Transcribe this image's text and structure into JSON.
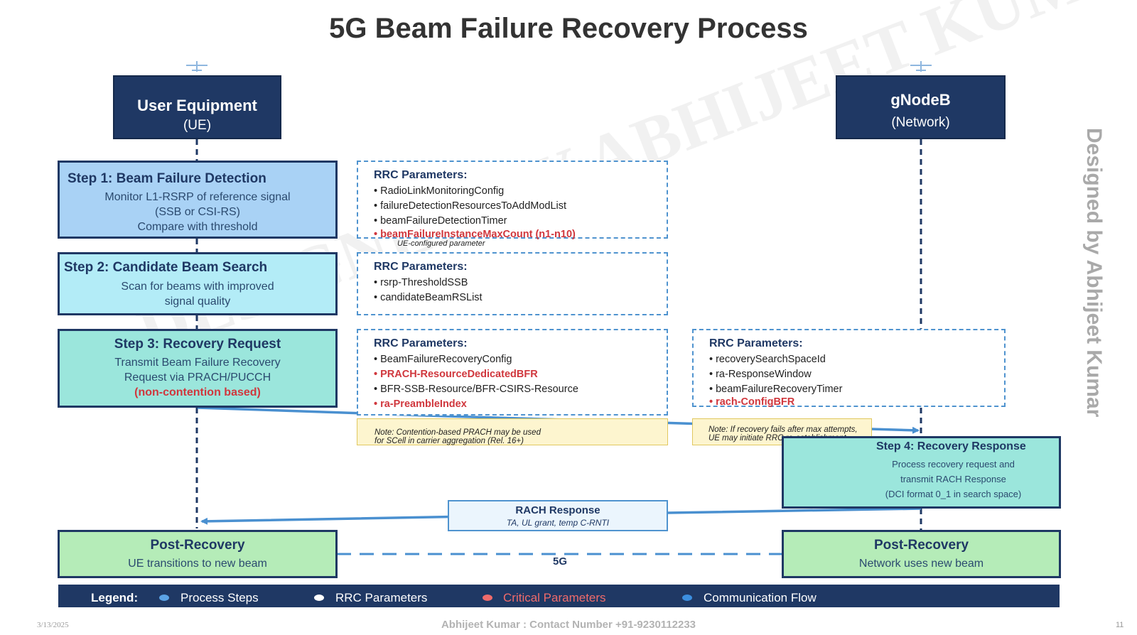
{
  "title": "5G Beam Failure Recovery Process",
  "actors": {
    "ue": {
      "name": "User Equipment",
      "sub": "(UE)"
    },
    "gnb": {
      "name": "gNodeB",
      "sub": "(Network)"
    }
  },
  "steps": {
    "step1": {
      "title": "Step 1: Beam Failure Detection",
      "lines": [
        "Monitor L1-RSRP of reference signal",
        "(SSB or CSI-RS)",
        "Compare with threshold"
      ]
    },
    "step2": {
      "title": "Step 2: Candidate Beam Search",
      "lines": [
        "Scan for beams with improved",
        "signal quality"
      ]
    },
    "step3": {
      "title": "Step 3: Recovery Request",
      "lines": [
        "Transmit Beam Failure Recovery",
        "Request via PRACH/PUCCH"
      ],
      "critical": "(non-contention based)"
    },
    "step4": {
      "title": "Step 4: Recovery Response",
      "lines": [
        "Process recovery request and",
        "transmit RACH Response",
        "(DCI format 0_1 in search space)"
      ]
    },
    "post_ue": {
      "title": "Post-Recovery",
      "line": "UE transitions to new beam"
    },
    "post_gnb": {
      "title": "Post-Recovery",
      "line": "Network uses new beam"
    }
  },
  "rrc": {
    "box1": {
      "title": "RRC Parameters:",
      "items": [
        "• RadioLinkMonitoringConfig",
        "• failureDetectionResourcesToAddModList",
        "• beamFailureDetectionTimer"
      ],
      "critical": "• beamFailureInstanceMaxCount (n1-n10)",
      "caption": "UE-configured parameter"
    },
    "box2": {
      "title": "RRC Parameters:",
      "items": [
        "• rsrp-ThresholdSSB",
        "• candidateBeamRSList"
      ]
    },
    "box3": {
      "title": "RRC Parameters:",
      "items": [
        "• BeamFailureRecoveryConfig",
        "• PRACH-ResourceDedicatedBFR",
        "• BFR-SSB-Resource/BFR-CSIRS-Resource",
        "• ra-PreambleIndex"
      ]
    },
    "box4": {
      "title": "RRC Parameters:",
      "items": [
        "• recoverySearchSpaceId",
        "• ra-ResponseWindow",
        "• beamFailureRecoveryTimer",
        "• rach-ConfigBFR"
      ]
    }
  },
  "notes": {
    "note1": [
      "Note: Contention-based PRACH may be used",
      "for SCell in carrier aggregation (Rel. 16+)"
    ],
    "note2": [
      "Note: If recovery fails after max attempts,",
      "UE may initiate RRC re-establishment"
    ]
  },
  "rach": {
    "title": "RACH Response",
    "sub": "TA, UL grant, temp C-RNTI"
  },
  "link_label": "5G",
  "legend": {
    "label": "Legend:",
    "items": [
      {
        "text": "Process Steps",
        "color": "#5ba3e6"
      },
      {
        "text": "RRC Parameters",
        "color": "#ffffff"
      },
      {
        "text": "Critical Parameters",
        "color": "#ef6b6b"
      },
      {
        "text": "Communication Flow",
        "color": "#3c8fe0"
      }
    ]
  },
  "watermarks": {
    "main": "DESIGNED BY ABHIJEET KUMAR",
    "side": "Designed by Abhijeet Kumar"
  },
  "footer": {
    "date": "3/13/2025",
    "contact": "Abhijeet Kumar : Contact Number +91-9230112233",
    "page": "11"
  },
  "colors": {
    "navy": "#1f3864",
    "step1_bg": "#a9d2f5",
    "step2_bg": "#b3ecf7",
    "step3_bg": "#9be6dc",
    "post_bg": "#b5ecb8",
    "critical": "#d0373d",
    "flow": "#4a90d0",
    "note_bg": "#fdf5cf"
  }
}
